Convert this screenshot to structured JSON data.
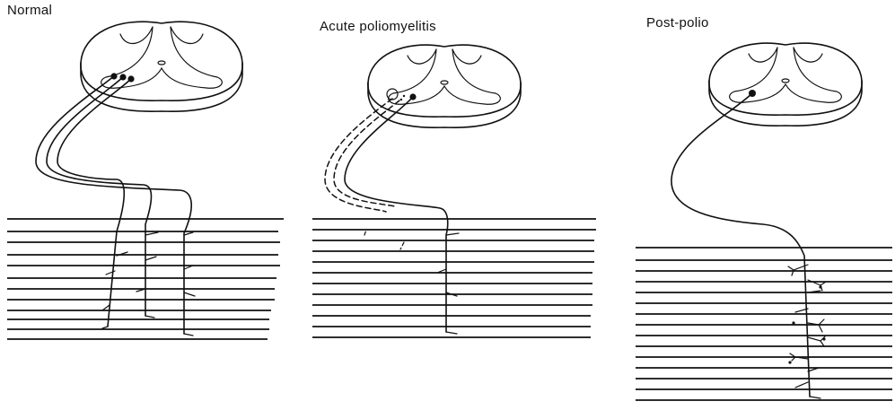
{
  "panels": [
    {
      "id": "normal",
      "title": "Normal"
    },
    {
      "id": "acute",
      "title": "Acute poliomyelitis"
    },
    {
      "id": "post",
      "title": "Post-polio"
    }
  ],
  "colors": {
    "ink": "#111111",
    "background": "#ffffff"
  }
}
